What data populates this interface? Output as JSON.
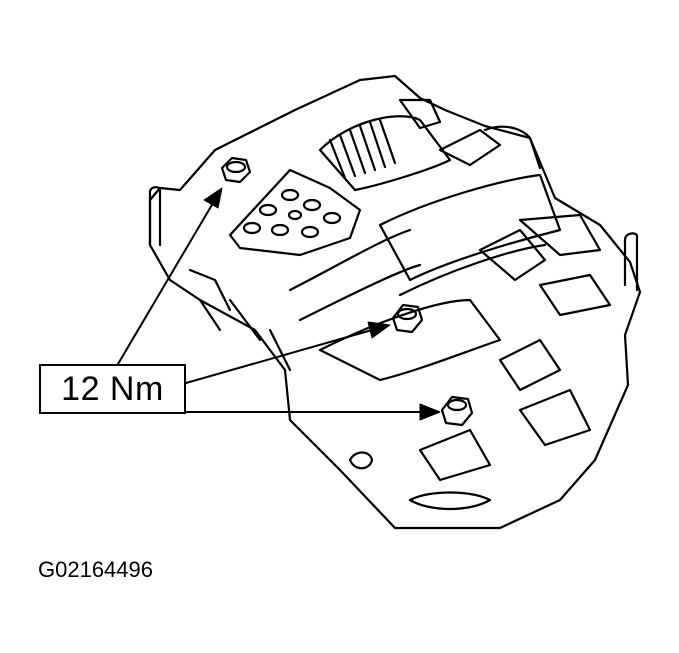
{
  "figure": {
    "id": "G02164496",
    "callout": {
      "label": "12 Nm",
      "targets": [
        "bolt-upper-left",
        "bolt-center",
        "bolt-lower-right"
      ]
    }
  },
  "colors": {
    "line": "#000000",
    "background": "#ffffff"
  }
}
